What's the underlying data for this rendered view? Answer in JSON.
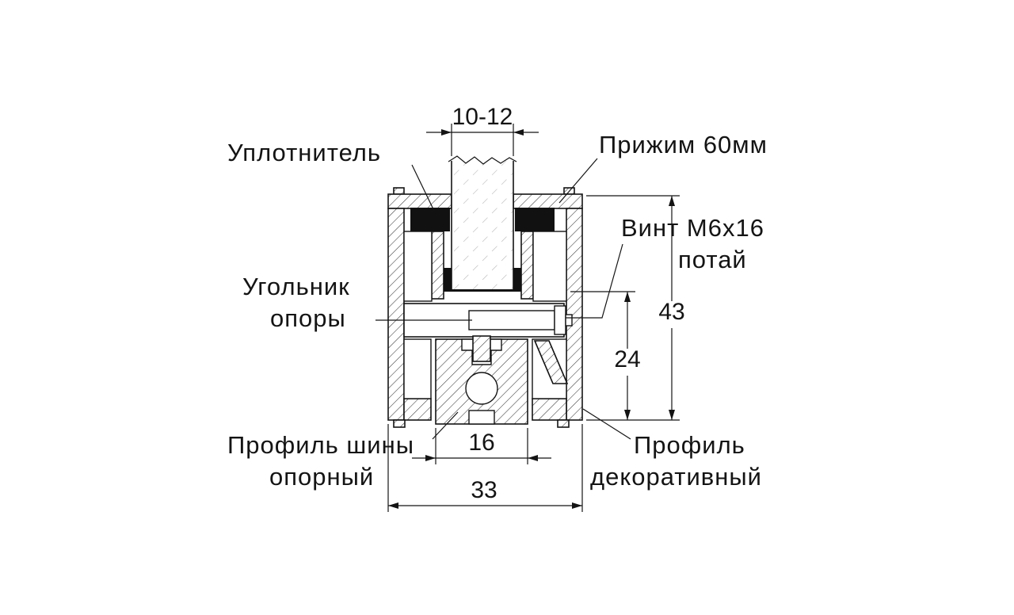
{
  "labels": {
    "seal": "Уплотнитель",
    "clamp": "Прижим 60мм",
    "screw_line1": "Винт M6x16",
    "screw_line2": "потай",
    "bracket_line1": "Угольник",
    "bracket_line2": "опоры",
    "rail_line1": "Профиль шины",
    "rail_line2": "опорный",
    "decor_line1": "Профиль",
    "decor_line2": "декоративный"
  },
  "dimensions": {
    "glass_thickness": "10-12",
    "total_height": "43",
    "lower_height": "24",
    "rail_width": "16",
    "total_width": "33"
  },
  "colors": {
    "line": "#141414",
    "seal_fill": "#111111",
    "background": "#ffffff"
  }
}
